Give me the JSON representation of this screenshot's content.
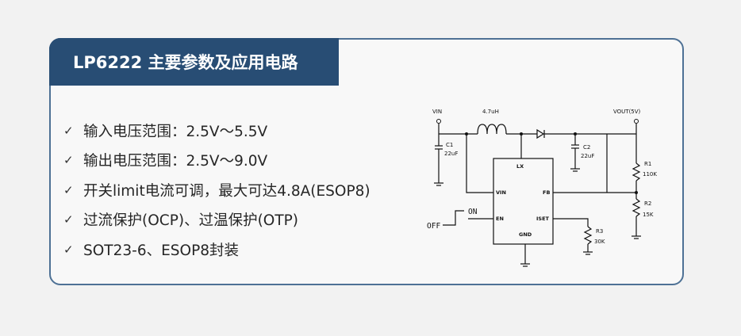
{
  "title": "LP6222 主要参数及应用电路",
  "features": [
    "输入电压范围：2.5V～5.5V",
    "输出电压范围：2.5V～9.0V",
    "开关limit电流可调，最大可达4.8A(ESOP8)",
    "过流保护(OCP)、过温保护(OTP)",
    "SOT23-6、ESOP8封装"
  ],
  "check_glyph": "✓",
  "circuit": {
    "vin": "VIN",
    "inductor": "4.7uH",
    "vout": "VOUT(5V)",
    "c1_name": "C1",
    "c1_value": "22uF",
    "c2_name": "C2",
    "c2_value": "22uF",
    "r1_name": "R1",
    "r1_value": "110K",
    "r2_name": "R2",
    "r2_value": "15K",
    "r3_name": "R3",
    "r3_value": "30K",
    "pin_lx": "LX",
    "pin_vin": "VIN",
    "pin_fb": "FB",
    "pin_en": "EN",
    "pin_iset": "ISET",
    "pin_gnd": "GND",
    "on": "ON",
    "off": "OFF"
  }
}
